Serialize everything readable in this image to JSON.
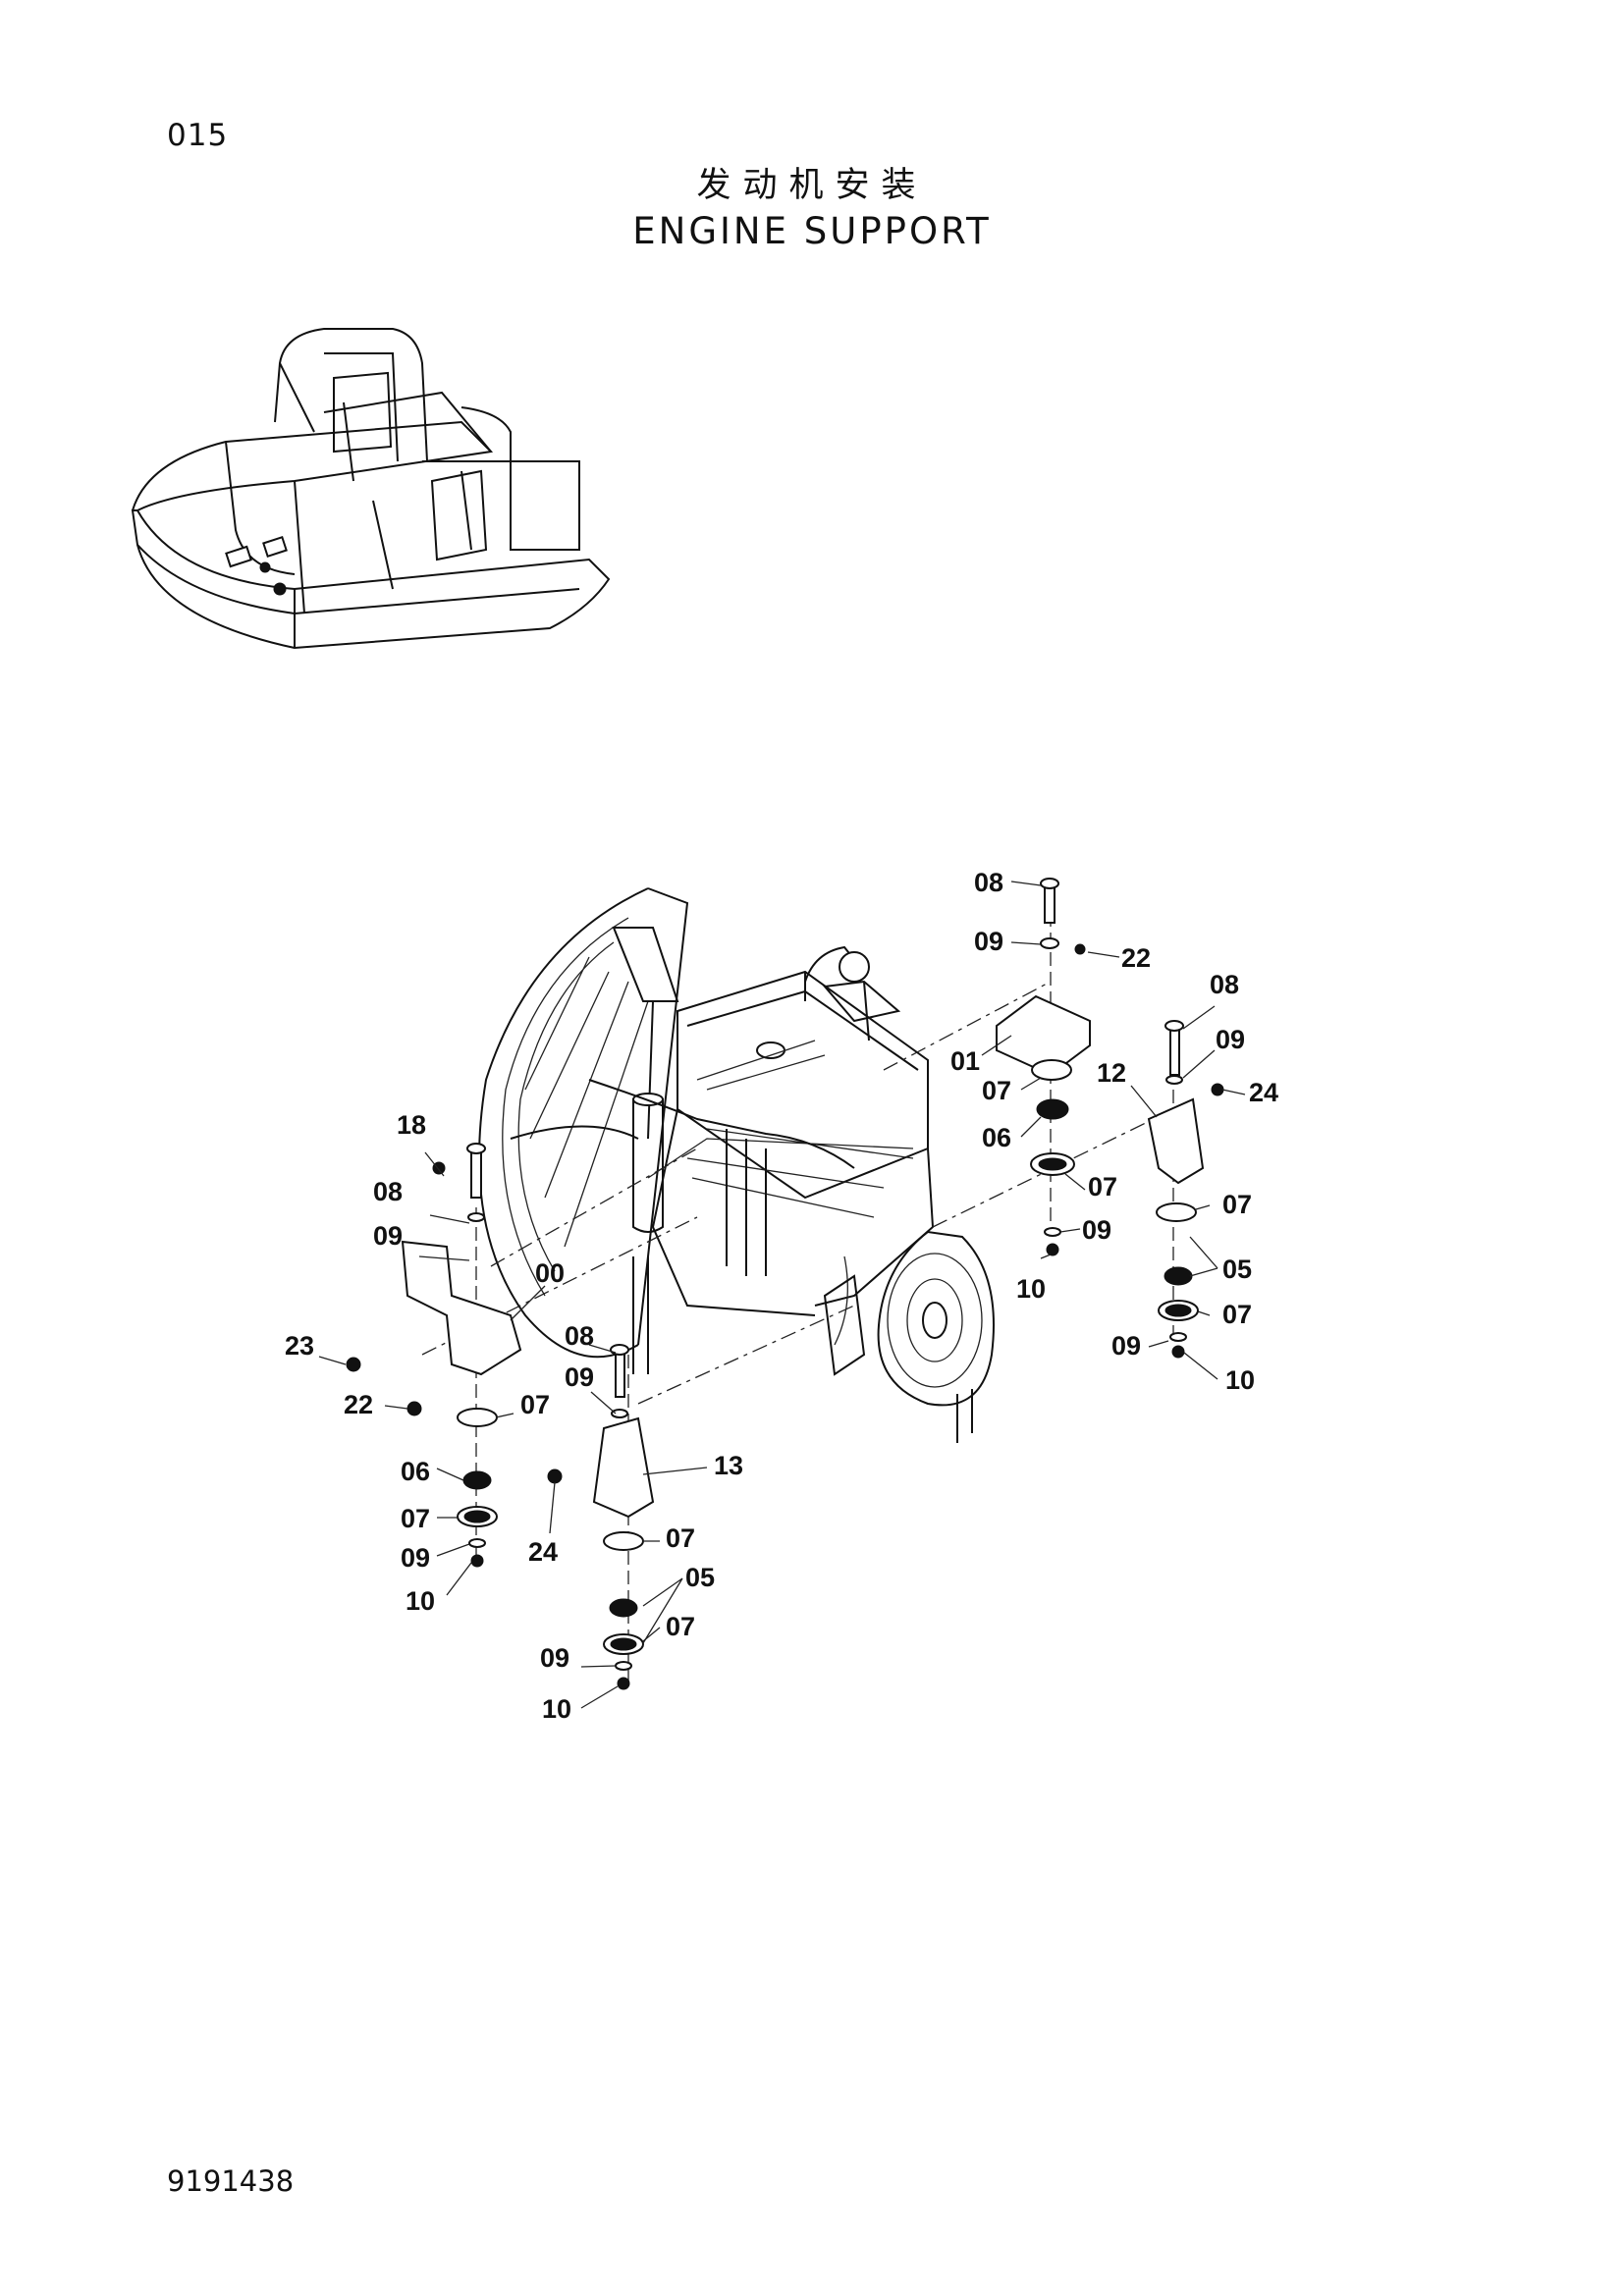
{
  "page_number": "015",
  "title_cn": "发动机安装",
  "title_en": "ENGINE SUPPORT",
  "document_number": "9191438",
  "callouts": {
    "c08a": "08",
    "c09a": "09",
    "c22a": "22",
    "c01": "01",
    "c07a": "07",
    "c06a": "06",
    "c07b": "07",
    "c09b": "09",
    "c10a": "10",
    "c08b": "08",
    "c09c": "09",
    "c24a": "24",
    "c12": "12",
    "c07c": "07",
    "c05a": "05",
    "c07d": "07",
    "c09d": "09",
    "c10b": "10",
    "c18": "18",
    "c08c": "08",
    "c09e": "09",
    "c00": "00",
    "c23": "23",
    "c22b": "22",
    "c07e": "07",
    "c06b": "06",
    "c07f": "07",
    "c09f": "09",
    "c10c": "10",
    "c08d": "08",
    "c09g": "09",
    "c13": "13",
    "c24b": "24",
    "c07g": "07",
    "c05b": "05",
    "c07h": "07",
    "c09h": "09",
    "c10d": "10"
  }
}
